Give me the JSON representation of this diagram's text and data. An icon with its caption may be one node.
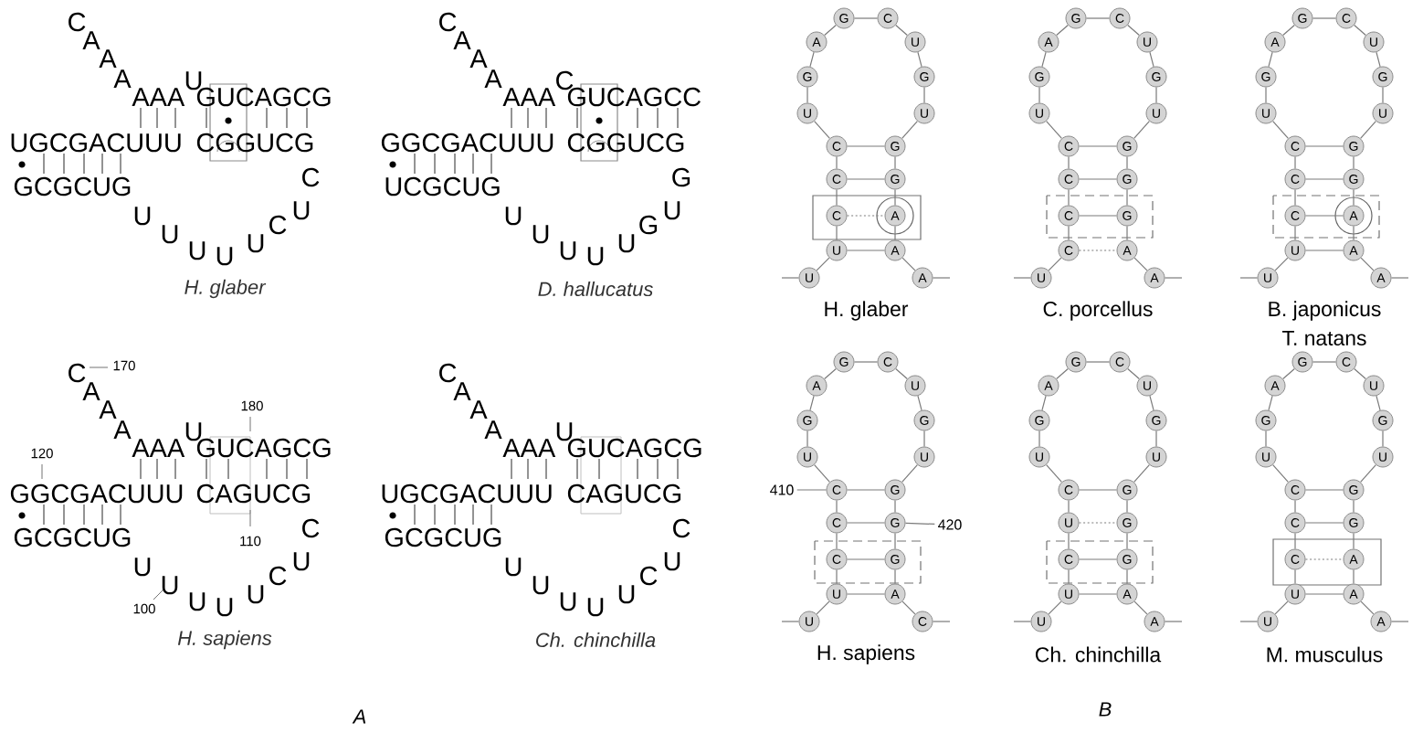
{
  "diagram": {
    "nodes": [
      {
        "text": [
          "U"
        ]
      },
      {
        "text": [
          "U"
        ]
      },
      {
        "text": [
          "C"
        ]
      },
      {
        "text": [
          "C"
        ]
      },
      {
        "text": [
          "C"
        ]
      },
      {
        "text": [
          "U"
        ]
      },
      {
        "text": [
          "G"
        ]
      },
      {
        "text": [
          "A"
        ]
      },
      {
        "text": [
          "G"
        ]
      },
      {
        "text": [
          "C"
        ]
      },
      {
        "text": [
          "U"
        ]
      },
      {
        "text": [
          "G"
        ]
      },
      {
        "text": [
          "U"
        ]
      },
      {
        "text": [
          "G"
        ]
      },
      {
        "text": [
          "G"
        ]
      },
      {
        "text": [
          "A"
        ]
      },
      {
        "text": [
          "A"
        ]
      },
      {
        "text": [
          "A"
        ]
      },
      {
        "text": [
          "U"
        ]
      },
      {
        "text": [
          "C"
        ]
      },
      {
        "text": [
          "C"
        ]
      },
      {
        "text": [
          "C"
        ]
      },
      {
        "text": [
          "C"
        ]
      },
      {
        "text": [
          "U"
        ]
      },
      {
        "text": [
          "G"
        ]
      },
      {
        "text": [
          "A"
        ]
      },
      {
        "text": [
          "G"
        ]
      },
      {
        "text": [
          "C"
        ]
      },
      {
        "text": [
          "U"
        ]
      },
      {
        "text": [
          "G"
        ]
      },
      {
        "text": [
          "U"
        ]
      },
      {
        "text": [
          "G"
        ]
      },
      {
        "text": [
          "G"
        ]
      },
      {
        "text": [
          "G"
        ]
      },
      {
        "text": [
          "A"
        ]
      },
      {
        "text": [
          "A"
        ]
      },
      {
        "text": [
          "U"
        ]
      },
      {
        "text": [
          "U"
        ]
      },
      {
        "text": [
          "C"
        ]
      },
      {
        "text": [
          "C"
        ]
      },
      {
        "text": [
          "C"
        ]
      },
      {
        "text": [
          "U"
        ]
      },
      {
        "text": [
          "G"
        ]
      },
      {
        "text": [
          "A"
        ]
      },
      {
        "text": [
          "G"
        ]
      },
      {
        "text": [
          "C"
        ]
      },
      {
        "text": [
          "U"
        ]
      },
      {
        "text": [
          "G"
        ]
      },
      {
        "text": [
          "U"
        ]
      },
      {
        "text": [
          "G"
        ]
      },
      {
        "text": [
          "G"
        ]
      },
      {
        "text": [
          "A"
        ]
      },
      {
        "text": [
          "A"
        ]
      },
      {
        "text": [
          "A"
        ]
      },
      {
        "text": [
          "U"
        ]
      },
      {
        "text": [
          "U"
        ]
      },
      {
        "text": [
          "C"
        ]
      },
      {
        "text": [
          "C"
        ]
      },
      {
        "text": [
          "C"
        ]
      },
      {
        "text": [
          "U"
        ]
      },
      {
        "text": [
          "G"
        ]
      },
      {
        "text": [
          "A"
        ]
      },
      {
        "text": [
          "G"
        ]
      },
      {
        "text": [
          "C"
        ]
      },
      {
        "text": [
          "U"
        ]
      },
      {
        "text": [
          "G"
        ]
      },
      {
        "text": [
          "U"
        ]
      },
      {
        "text": [
          "G"
        ]
      },
      {
        "text": [
          "G"
        ]
      },
      {
        "text": [
          "G"
        ]
      },
      {
        "text": [
          "A"
        ]
      },
      {
        "text": [
          "C"
        ]
      },
      {
        "text": [
          "U"
        ]
      },
      {
        "text": [
          "U"
        ]
      },
      {
        "text": [
          "C"
        ]
      },
      {
        "text": [
          "U"
        ]
      },
      {
        "text": [
          "C"
        ]
      },
      {
        "text": [
          "U"
        ]
      },
      {
        "text": [
          "G"
        ]
      },
      {
        "text": [
          "A"
        ]
      },
      {
        "text": [
          "G"
        ]
      },
      {
        "text": [
          "C"
        ]
      },
      {
        "text": [
          "U"
        ]
      },
      {
        "text": [
          "G"
        ]
      },
      {
        "text": [
          "U"
        ]
      },
      {
        "text": [
          "G"
        ]
      },
      {
        "text": [
          "G"
        ]
      },
      {
        "text": [
          "G"
        ]
      },
      {
        "text": [
          "A"
        ]
      },
      {
        "text": [
          "A"
        ]
      },
      {
        "text": [
          "U"
        ]
      },
      {
        "text": [
          "U"
        ]
      },
      {
        "text": [
          "C"
        ]
      },
      {
        "text": [
          "C"
        ]
      },
      {
        "text": [
          "C"
        ]
      },
      {
        "text": [
          "U"
        ]
      },
      {
        "text": [
          "G"
        ]
      },
      {
        "text": [
          "A"
        ]
      },
      {
        "text": [
          "G"
        ]
      },
      {
        "text": [
          "C"
        ]
      },
      {
        "text": [
          "U"
        ]
      },
      {
        "text": [
          "G"
        ]
      },
      {
        "text": [
          "U"
        ]
      },
      {
        "text": [
          "G"
        ]
      },
      {
        "text": [
          "G"
        ]
      },
      {
        "text": [
          "A"
        ]
      },
      {
        "text": [
          "A"
        ]
      },
      {
        "text": [
          "A"
        ]
      },
      {
        "text": [
          "410"
        ]
      },
      {
        "text": [
          "420"
        ]
      }
    ],
    "edges": [
      {
        "from": null,
        "to": 0,
        "arrow": "none"
      },
      {
        "from": 0,
        "to": 1,
        "arrow": "none"
      },
      {
        "from": 1,
        "to": 2,
        "arrow": "none"
      },
      {
        "from": 2,
        "to": 3,
        "arrow": "none"
      },
      {
        "from": 3,
        "to": 4,
        "arrow": "none"
      },
      {
        "from": 4,
        "to": 5,
        "arrow": "none"
      },
      {
        "from": 5,
        "to": 6,
        "arrow": "none"
      },
      {
        "from": 6,
        "to": 7,
        "arrow": "none"
      },
      {
        "from": 7,
        "to": 8,
        "arrow": "none"
      },
      {
        "from": 8,
        "to": 9,
        "arrow": "none"
      },
      {
        "from": 9,
        "to": 10,
        "arrow": "none"
      },
      {
        "from": 10,
        "to": 11,
        "arrow": "none"
      },
      {
        "from": 11,
        "to": 12,
        "arrow": "none"
      },
      {
        "from": 12,
        "to": 13,
        "arrow": "none"
      },
      {
        "from": 13,
        "to": 14,
        "arrow": "none"
      },
      {
        "from": 14,
        "to": 15,
        "arrow": "none"
      },
      {
        "from": 15,
        "to": 16,
        "arrow": "none"
      },
      {
        "from": 16,
        "to": 17,
        "arrow": "none"
      },
      {
        "from": 17,
        "to": null,
        "arrow": "none"
      },
      {
        "from": 4,
        "to": 13,
        "arrow": "none"
      },
      {
        "from": 3,
        "to": 14,
        "arrow": "none"
      },
      {
        "from": 2,
        "to": 15,
        "arrow": "none",
        "style": "dashed"
      },
      {
        "from": 1,
        "to": 16,
        "arrow": "none"
      },
      {
        "from": null,
        "to": 18,
        "arrow": "none"
      },
      {
        "from": 18,
        "to": 19,
        "arrow": "none"
      },
      {
        "from": 19,
        "to": 20,
        "arrow": "none"
      },
      {
        "from": 20,
        "to": 21,
        "arrow": "none"
      },
      {
        "from": 21,
        "to": 22,
        "arrow": "none"
      },
      {
        "from": 22,
        "to": 23,
        "arrow": "none"
      },
      {
        "from": 23,
        "to": 24,
        "arrow": "none"
      },
      {
        "from": 24,
        "to": 25,
        "arrow": "none"
      },
      {
        "from": 25,
        "to": 26,
        "arrow": "none"
      },
      {
        "from": 26,
        "to": 27,
        "arrow": "none"
      },
      {
        "from": 27,
        "to": 28,
        "arrow": "none"
      },
      {
        "from": 28,
        "to": 29,
        "arrow": "none"
      },
      {
        "from": 29,
        "to": 30,
        "arrow": "none"
      },
      {
        "from": 30,
        "to": 31,
        "arrow": "none"
      },
      {
        "from": 31,
        "to": 32,
        "arrow": "none"
      },
      {
        "from": 32,
        "to": 33,
        "arrow": "none"
      },
      {
        "from": 33,
        "to": 34,
        "arrow": "none"
      },
      {
        "from": 34,
        "to": 35,
        "arrow": "none"
      },
      {
        "from": 35,
        "to": null,
        "arrow": "none"
      },
      {
        "from": 22,
        "to": 31,
        "arrow": "none"
      },
      {
        "from": 21,
        "to": 32,
        "arrow": "none"
      },
      {
        "from": 20,
        "to": 33,
        "arrow": "none"
      },
      {
        "from": 19,
        "to": 34,
        "arrow": "none",
        "style": "dashed"
      },
      {
        "from": null,
        "to": 36,
        "arrow": "none"
      },
      {
        "from": 36,
        "to": 37,
        "arrow": "none"
      },
      {
        "from": 37,
        "to": 38,
        "arrow": "none"
      },
      {
        "from": 38,
        "to": 39,
        "arrow": "none"
      },
      {
        "from": 39,
        "to": 40,
        "arrow": "none"
      },
      {
        "from": 40,
        "to": 41,
        "arrow": "none"
      },
      {
        "from": 41,
        "to": 42,
        "arrow": "none"
      },
      {
        "from": 42,
        "to": 43,
        "arrow": "none"
      },
      {
        "from": 43,
        "to": 44,
        "arrow": "none"
      },
      {
        "from": 44,
        "to": 45,
        "arrow": "none"
      },
      {
        "from": 45,
        "to": 46,
        "arrow": "none"
      },
      {
        "from": 46,
        "to": 47,
        "arrow": "none"
      },
      {
        "from": 47,
        "to": 48,
        "arrow": "none"
      },
      {
        "from": 48,
        "to": 49,
        "arrow": "none"
      },
      {
        "from": 49,
        "to": 50,
        "arrow": "none"
      },
      {
        "from": 50,
        "to": 51,
        "arrow": "none"
      },
      {
        "from": 51,
        "to": 52,
        "arrow": "none"
      },
      {
        "from": 52,
        "to": 53,
        "arrow": "none"
      },
      {
        "from": 53,
        "to": null,
        "arrow": "none"
      },
      {
        "from": 40,
        "to": 49,
        "arrow": "none"
      },
      {
        "from": 39,
        "to": 50,
        "arrow": "none"
      },
      {
        "from": 38,
        "to": 51,
        "arrow": "none"
      },
      {
        "from": 37,
        "to": 52,
        "arrow": "none"
      },
      {
        "from": null,
        "to": 54,
        "arrow": "none"
      },
      {
        "from": 54,
        "to": 55,
        "arrow": "none"
      },
      {
        "from": 55,
        "to": 56,
        "arrow": "none"
      },
      {
        "from": 56,
        "to": 57,
        "arrow": "none"
      },
      {
        "from": 57,
        "to": 58,
        "arrow": "none"
      },
      {
        "from": 58,
        "to": 59,
        "arrow": "none"
      },
      {
        "from": 59,
        "to": 60,
        "arrow": "none"
      },
      {
        "from": 60,
        "to": 61,
        "arrow": "none"
      },
      {
        "from": 61,
        "to": 62,
        "arrow": "none"
      },
      {
        "from": 62,
        "to": 63,
        "arrow": "none"
      },
      {
        "from": 63,
        "to": 64,
        "arrow": "none"
      },
      {
        "from": 64,
        "to": 65,
        "arrow": "none"
      },
      {
        "from": 65,
        "to": 66,
        "arrow": "none"
      },
      {
        "from": 66,
        "to": 67,
        "arrow": "none"
      },
      {
        "from": 67,
        "to": 68,
        "arrow": "none"
      },
      {
        "from": 68,
        "to": 69,
        "arrow": "none"
      },
      {
        "from": 69,
        "to": 70,
        "arrow": "none"
      },
      {
        "from": 70,
        "to": 71,
        "arrow": "none"
      },
      {
        "from": 71,
        "to": null,
        "arrow": "none"
      },
      {
        "from": 58,
        "to": 67,
        "arrow": "none"
      },
      {
        "from": 57,
        "to": 68,
        "arrow": "none"
      },
      {
        "from": 56,
        "to": 69,
        "arrow": "none"
      },
      {
        "from": 55,
        "to": 70,
        "arrow": "none"
      },
      {
        "from": null,
        "to": 72,
        "arrow": "none"
      },
      {
        "from": 72,
        "to": 73,
        "arrow": "none"
      },
      {
        "from": 73,
        "to": 74,
        "arrow": "none"
      },
      {
        "from": 74,
        "to": 75,
        "arrow": "none"
      },
      {
        "from": 75,
        "to": 76,
        "arrow": "none"
      },
      {
        "from": 76,
        "to": 77,
        "arrow": "none"
      },
      {
        "from": 77,
        "to": 78,
        "arrow": "none"
      },
      {
        "from": 78,
        "to": 79,
        "arrow": "none"
      },
      {
        "from": 79,
        "to": 80,
        "arrow": "none"
      },
      {
        "from": 80,
        "to": 81,
        "arrow": "none"
      },
      {
        "from": 81,
        "to": 82,
        "arrow": "none"
      },
      {
        "from": 82,
        "to": 83,
        "arrow": "none"
      },
      {
        "from": 83,
        "to": 84,
        "arrow": "none"
      },
      {
        "from": 84,
        "to": 85,
        "arrow": "none"
      },
      {
        "from": 85,
        "to": 86,
        "arrow": "none"
      },
      {
        "from": 86,
        "to": 87,
        "arrow": "none"
      },
      {
        "from": 87,
        "to": 88,
        "arrow": "none"
      },
      {
        "from": 88,
        "to": 89,
        "arrow": "none"
      },
      {
        "from": 89,
        "to": null,
        "arrow": "none"
      },
      {
        "from": 76,
        "to": 85,
        "arrow": "none"
      },
      {
        "from": 75,
        "to": 86,
        "arrow": "none",
        "style": "dashed"
      },
      {
        "from": 74,
        "to": 87,
        "arrow": "none"
      },
      {
        "from": 73,
        "to": 88,
        "arrow": "none"
      },
      {
        "from": null,
        "to": 90,
        "arrow": "none"
      },
      {
        "from": 90,
        "to": 91,
        "arrow": "none"
      },
      {
        "from": 91,
        "to": 92,
        "arrow": "none"
      },
      {
        "from": 92,
        "to": 93,
        "arrow": "none"
      },
      {
        "from": 93,
        "to": 94,
        "arrow": "none"
      },
      {
        "from": 94,
        "to": 95,
        "arrow": "none"
      },
      {
        "from": 95,
        "to": 96,
        "arrow": "none"
      },
      {
        "from": 96,
        "to": 97,
        "arrow": "none"
      },
      {
        "from": 97,
        "to": 98,
        "arrow": "none"
      },
      {
        "from": 98,
        "to": 99,
        "arrow": "none"
      },
      {
        "from": 99,
        "to": 100,
        "arrow": "none"
      },
      {
        "from": 100,
        "to": 101,
        "arrow": "none"
      },
      {
        "from": 101,
        "to": 102,
        "arrow": "none"
      },
      {
        "from": 102,
        "to": 103,
        "arrow": "none"
      },
      {
        "from": 103,
        "to": 104,
        "arrow": "none"
      },
      {
        "from": 104,
        "to": 105,
        "arrow": "none"
      },
      {
        "from": 105,
        "to": 106,
        "arrow": "none"
      },
      {
        "from": 106,
        "to": 107,
        "arrow": "none"
      },
      {
        "from": 107,
        "to": null,
        "arrow": "none"
      },
      {
        "from": 94,
        "to": 103,
        "arrow": "none"
      },
      {
        "from": 93,
        "to": 104,
        "arrow": "none"
      },
      {
        "from": 92,
        "to": 105,
        "arrow": "none",
        "style": "dashed"
      },
      {
        "from": 91,
        "to": 106,
        "arrow": "none"
      },
      {
        "from": 108,
        "to": 58,
        "arrow": "none"
      },
      {
        "from": 109,
        "to": 68,
        "arrow": "none"
      }
    ],
    "labels": [
      "C",
      "A",
      "A",
      "A",
      "AAA",
      "U",
      "GUCAGCG",
      "UGCGACUUU",
      "CGGUCG",
      "GCGCUG",
      "U",
      "U",
      "U",
      "U",
      "U",
      "C",
      "U",
      "C",
      "H. glaber",
      "C",
      "A",
      "A",
      "A",
      "AAA",
      "C",
      "GUCAGCC",
      "GGCGACUUU",
      "CGGUCG",
      "UCGCUG",
      "U",
      "U",
      "U",
      "U",
      "U",
      "G",
      "U",
      "G",
      "D. hallucatus",
      "C",
      "A",
      "A",
      "A",
      "AAA",
      "U",
      "GUCAGCG",
      "GGCGACUUU",
      "CAGUCG",
      "GCGCUG",
      "U",
      "U",
      "U",
      "U",
      "U",
      "C",
      "U",
      "C",
      "H. sapiens",
      "170",
      "180",
      "120",
      "110",
      "100",
      "C",
      "A",
      "A",
      "A",
      "AAA",
      "U",
      "GUCAGCG",
      "UGCGACUUU",
      "CAGUCG",
      "GCGCUG",
      "U",
      "U",
      "U",
      "U",
      "U",
      "C",
      "U",
      "C",
      "Ch. chinchilla",
      "A",
      "H. glaber",
      "C. porcellus",
      "B. japonicus",
      "T. natans",
      "H. sapiens",
      "Ch. chinchilla",
      "M. musculus",
      "B"
    ]
  }
}
